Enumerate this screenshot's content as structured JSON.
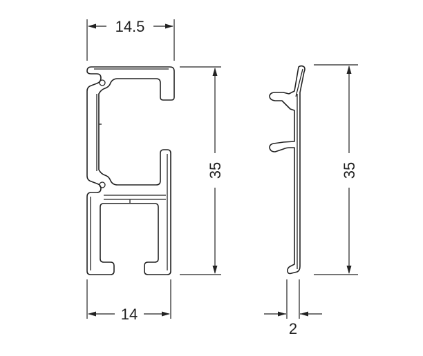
{
  "drawing": {
    "dimensions": {
      "top_width": "14.5",
      "bottom_width": "14",
      "left_height": "35",
      "right_height": "35",
      "thickness": "2"
    }
  }
}
